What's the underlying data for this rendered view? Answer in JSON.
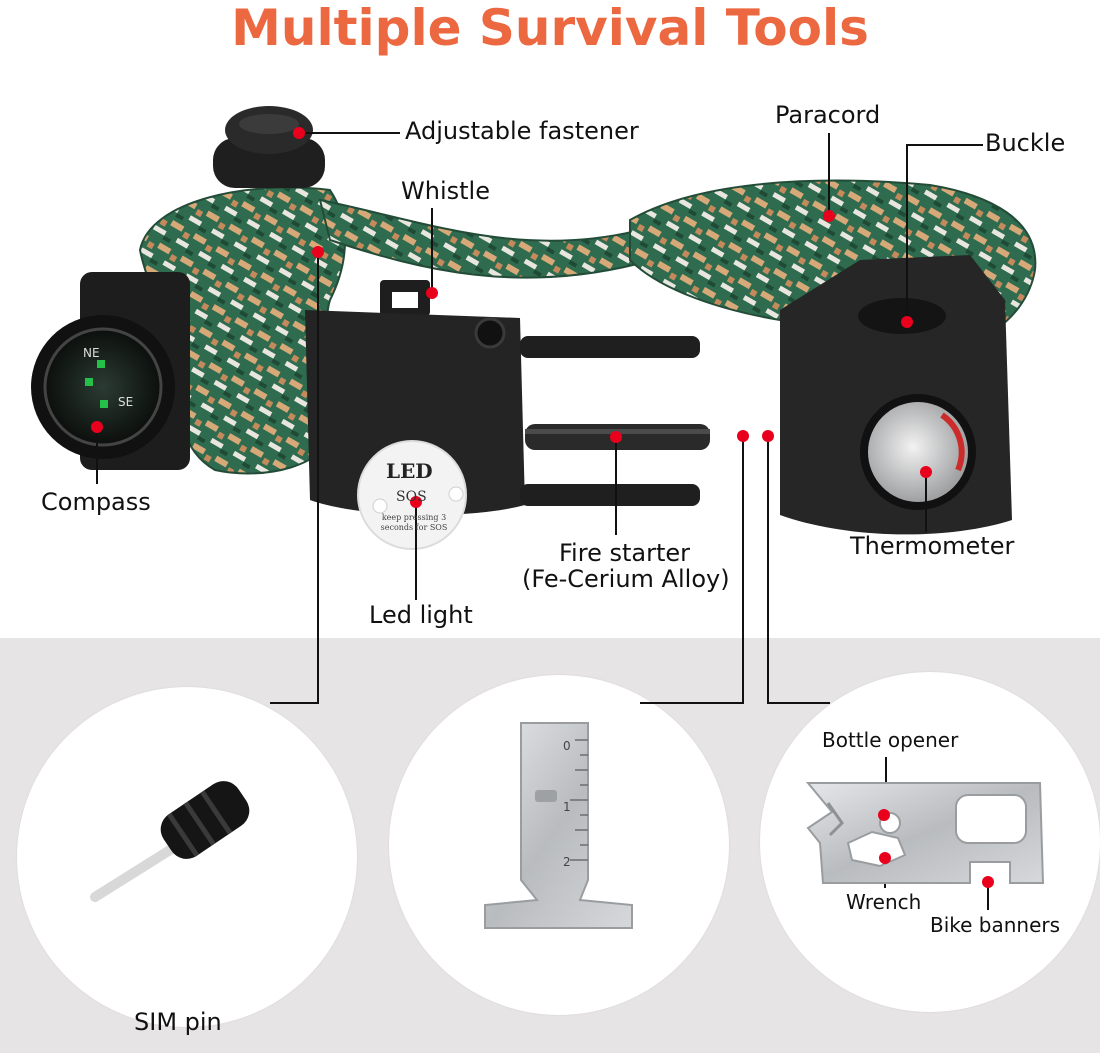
{
  "title": "Multiple Survival Tools",
  "labels": {
    "adjustable_fastener": "Adjustable fastener",
    "paracord": "Paracord",
    "buckle": "Buckle",
    "whistle": "Whistle",
    "compass": "Compass",
    "led_light": "Led light",
    "fire_starter_line1": "Fire starter",
    "fire_starter_line2": "(Fe-Cerium Alloy)",
    "thermometer": "Thermometer",
    "bottle_opener": "Bottle opener",
    "wrench": "Wrench",
    "bike_banners": "Bike banners",
    "sim_pin": "SIM pin"
  },
  "led_disc": {
    "led": "LED",
    "sos": "SOS",
    "note": "keep pressing 3 seconds for SOS"
  },
  "ruler_ticks": [
    "0",
    "1",
    "2"
  ],
  "colors": {
    "title": "#ec6840",
    "marker": "#e8001c",
    "paracord_green": "#2f6b4f",
    "paracord_tan": "#d7a878",
    "plastic_black": "#1d1d1d",
    "steel": "#c9cbcd",
    "band": "#e7e4e5"
  }
}
